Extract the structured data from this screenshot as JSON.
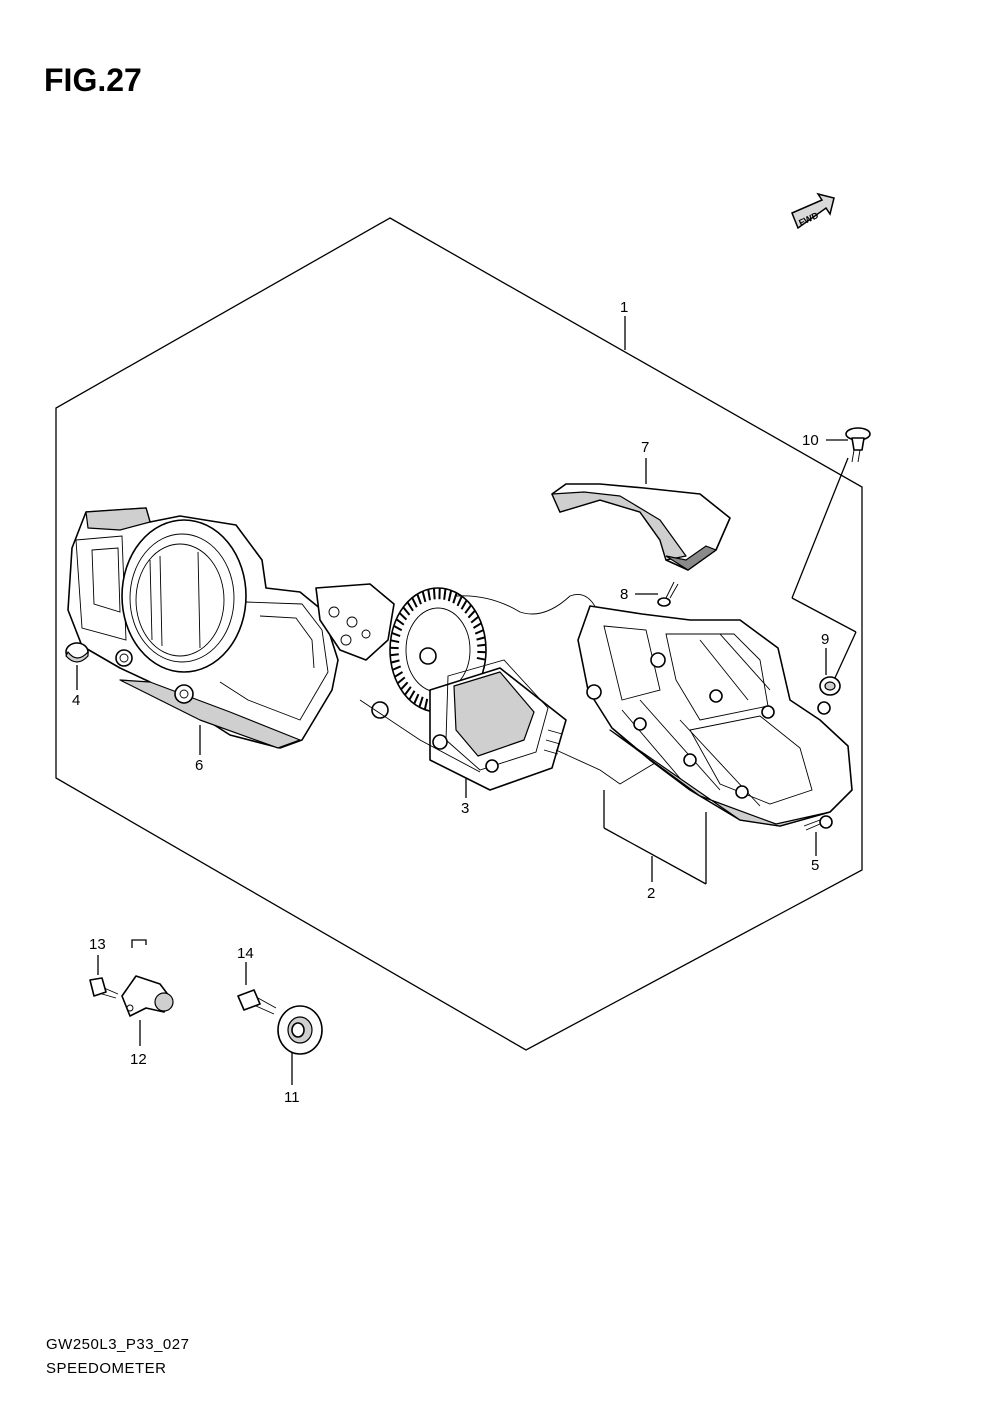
{
  "figure": {
    "title": "FIG.27"
  },
  "fwd_label": "FWD",
  "callouts": {
    "c1": "1",
    "c2": "2",
    "c3": "3",
    "c4": "4",
    "c5": "5",
    "c6": "6",
    "c7": "7",
    "c8": "8",
    "c9": "9",
    "c10": "10",
    "c11": "11",
    "c12": "12",
    "c13": "13",
    "c14": "14"
  },
  "footer": {
    "code": "GW250L3_P33_027",
    "caption": "SPEEDOMETER"
  }
}
